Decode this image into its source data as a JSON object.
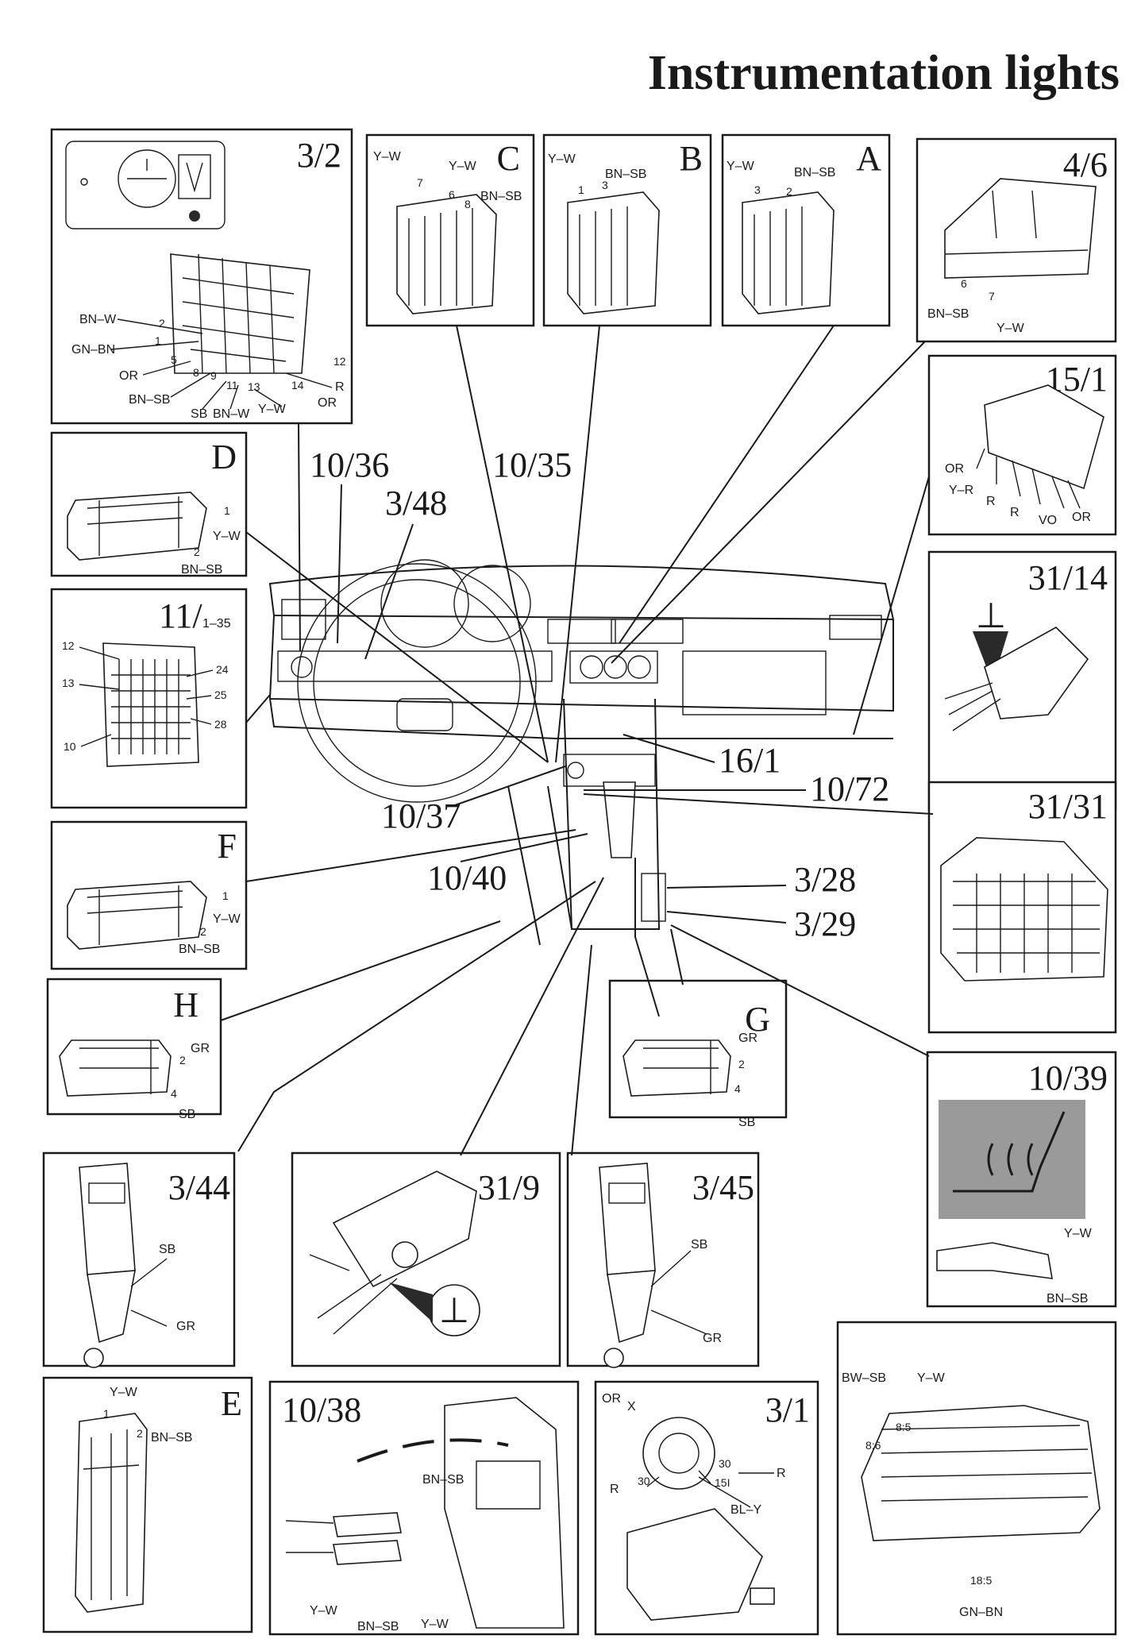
{
  "title": "Instrumentation lights",
  "panels": {
    "p3_2": {
      "id": "3/2",
      "wires": [
        "BN–W",
        "GN–BN",
        "OR",
        "BN–SB",
        "SB",
        "BN–W",
        "Y–W",
        "R",
        "OR"
      ],
      "pins": [
        "2",
        "1",
        "5",
        "8",
        "9",
        "11",
        "13",
        "14",
        "12"
      ]
    },
    "pC": {
      "id": "C",
      "wires": [
        "Y–W",
        "Y–W",
        "BN–SB"
      ],
      "pins": [
        "7",
        "6",
        "8"
      ]
    },
    "pB": {
      "id": "B",
      "wires": [
        "Y–W",
        "BN–SB"
      ],
      "pins": [
        "1",
        "3"
      ]
    },
    "pA": {
      "id": "A",
      "wires": [
        "Y–W",
        "BN–SB"
      ],
      "pins": [
        "3",
        "2"
      ]
    },
    "p4_6": {
      "id": "4/6",
      "wires": [
        "BN–SB",
        "Y–W"
      ],
      "pins": [
        "6",
        "7"
      ]
    },
    "p15_1": {
      "id": "15/1",
      "wires": [
        "OR",
        "Y–R",
        "R",
        "R",
        "VO",
        "OR"
      ]
    },
    "pD": {
      "id": "D",
      "wires": [
        "Y–W",
        "BN–SB"
      ],
      "pins": [
        "1",
        "2"
      ]
    },
    "p11": {
      "id": "11/",
      "sub": "1–35",
      "pins": [
        "12",
        "13",
        "10",
        "24",
        "25",
        "28"
      ]
    },
    "p31_14": {
      "id": "31/14"
    },
    "p31_31": {
      "id": "31/31"
    },
    "pF": {
      "id": "F",
      "wires": [
        "Y–W",
        "BN–SB"
      ],
      "pins": [
        "1",
        "2"
      ]
    },
    "pH": {
      "id": "H",
      "wires": [
        "GR",
        "SB"
      ],
      "pins": [
        "2",
        "4"
      ]
    },
    "pG": {
      "id": "G",
      "wires": [
        "GR",
        "SB"
      ],
      "pins": [
        "2",
        "4"
      ]
    },
    "p10_39": {
      "id": "10/39",
      "wires": [
        "Y–W",
        "BN–SB"
      ]
    },
    "p3_44": {
      "id": "3/44",
      "wires": [
        "SB",
        "GR"
      ]
    },
    "p31_9": {
      "id": "31/9"
    },
    "p3_45": {
      "id": "3/45",
      "wires": [
        "SB",
        "GR"
      ]
    },
    "pE": {
      "id": "E",
      "wires": [
        "Y–W",
        "BN–SB"
      ],
      "pins": [
        "1",
        "2"
      ]
    },
    "p10_38": {
      "id": "10/38",
      "wires": [
        "BN–SB",
        "Y–W",
        "BN–SB",
        "Y–W"
      ]
    },
    "p3_1": {
      "id": "3/1",
      "wires": [
        "OR",
        "X",
        "R",
        "R",
        "BL–Y"
      ],
      "pins": [
        "30",
        "30",
        "15I"
      ]
    },
    "pCluster": {
      "wires": [
        "BW–SB",
        "Y–W",
        "GN–BN"
      ],
      "pins": [
        "8:6",
        "8:5",
        "18:5"
      ]
    }
  },
  "callouts": {
    "c10_36": "10/36",
    "c3_48": "3/48",
    "c10_35": "10/35",
    "c16_1": "16/1",
    "c10_37": "10/37",
    "c10_72": "10/72",
    "c10_40": "10/40",
    "c3_28": "3/28",
    "c3_29": "3/29"
  },
  "ground_symbol": "⊥"
}
